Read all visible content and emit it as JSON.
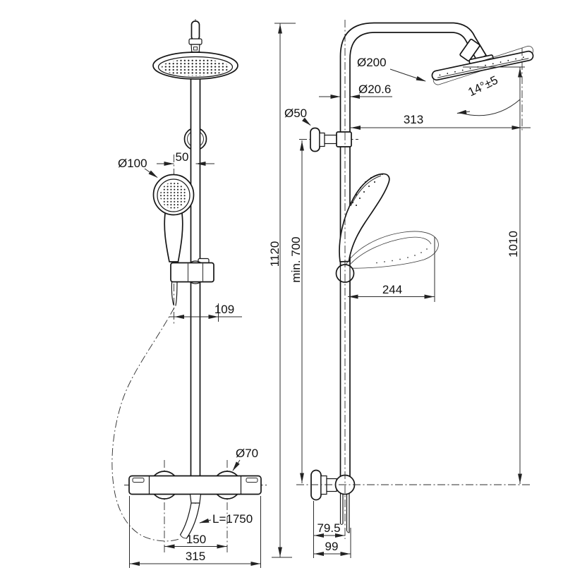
{
  "title": "Shower system dimensional drawing",
  "style": {
    "line_color": "#161616",
    "dimension_color": "#2b2b2b",
    "background": "#ffffff"
  },
  "front_view": {
    "dimensions": {
      "hand_shower_diameter": "Ø100",
      "hand_to_rail_offset": "50",
      "holder_offset": "109",
      "handle_diameter": "Ø70",
      "hose_length": "L=1750",
      "handle_spacing": "150",
      "overall_width": "315"
    }
  },
  "side_view": {
    "dimensions": {
      "head_diameter": "Ø200",
      "pipe_diameter": "Ø20.6",
      "bracket_diameter": "Ø50",
      "head_reach": "313",
      "head_angle": "14°±5",
      "overall_height": "1120",
      "min_height": "min. 700",
      "head_height": "1010",
      "hand_shower_reach": "244",
      "wall_to_hose": "79.5",
      "wall_to_pipe": "99"
    }
  }
}
